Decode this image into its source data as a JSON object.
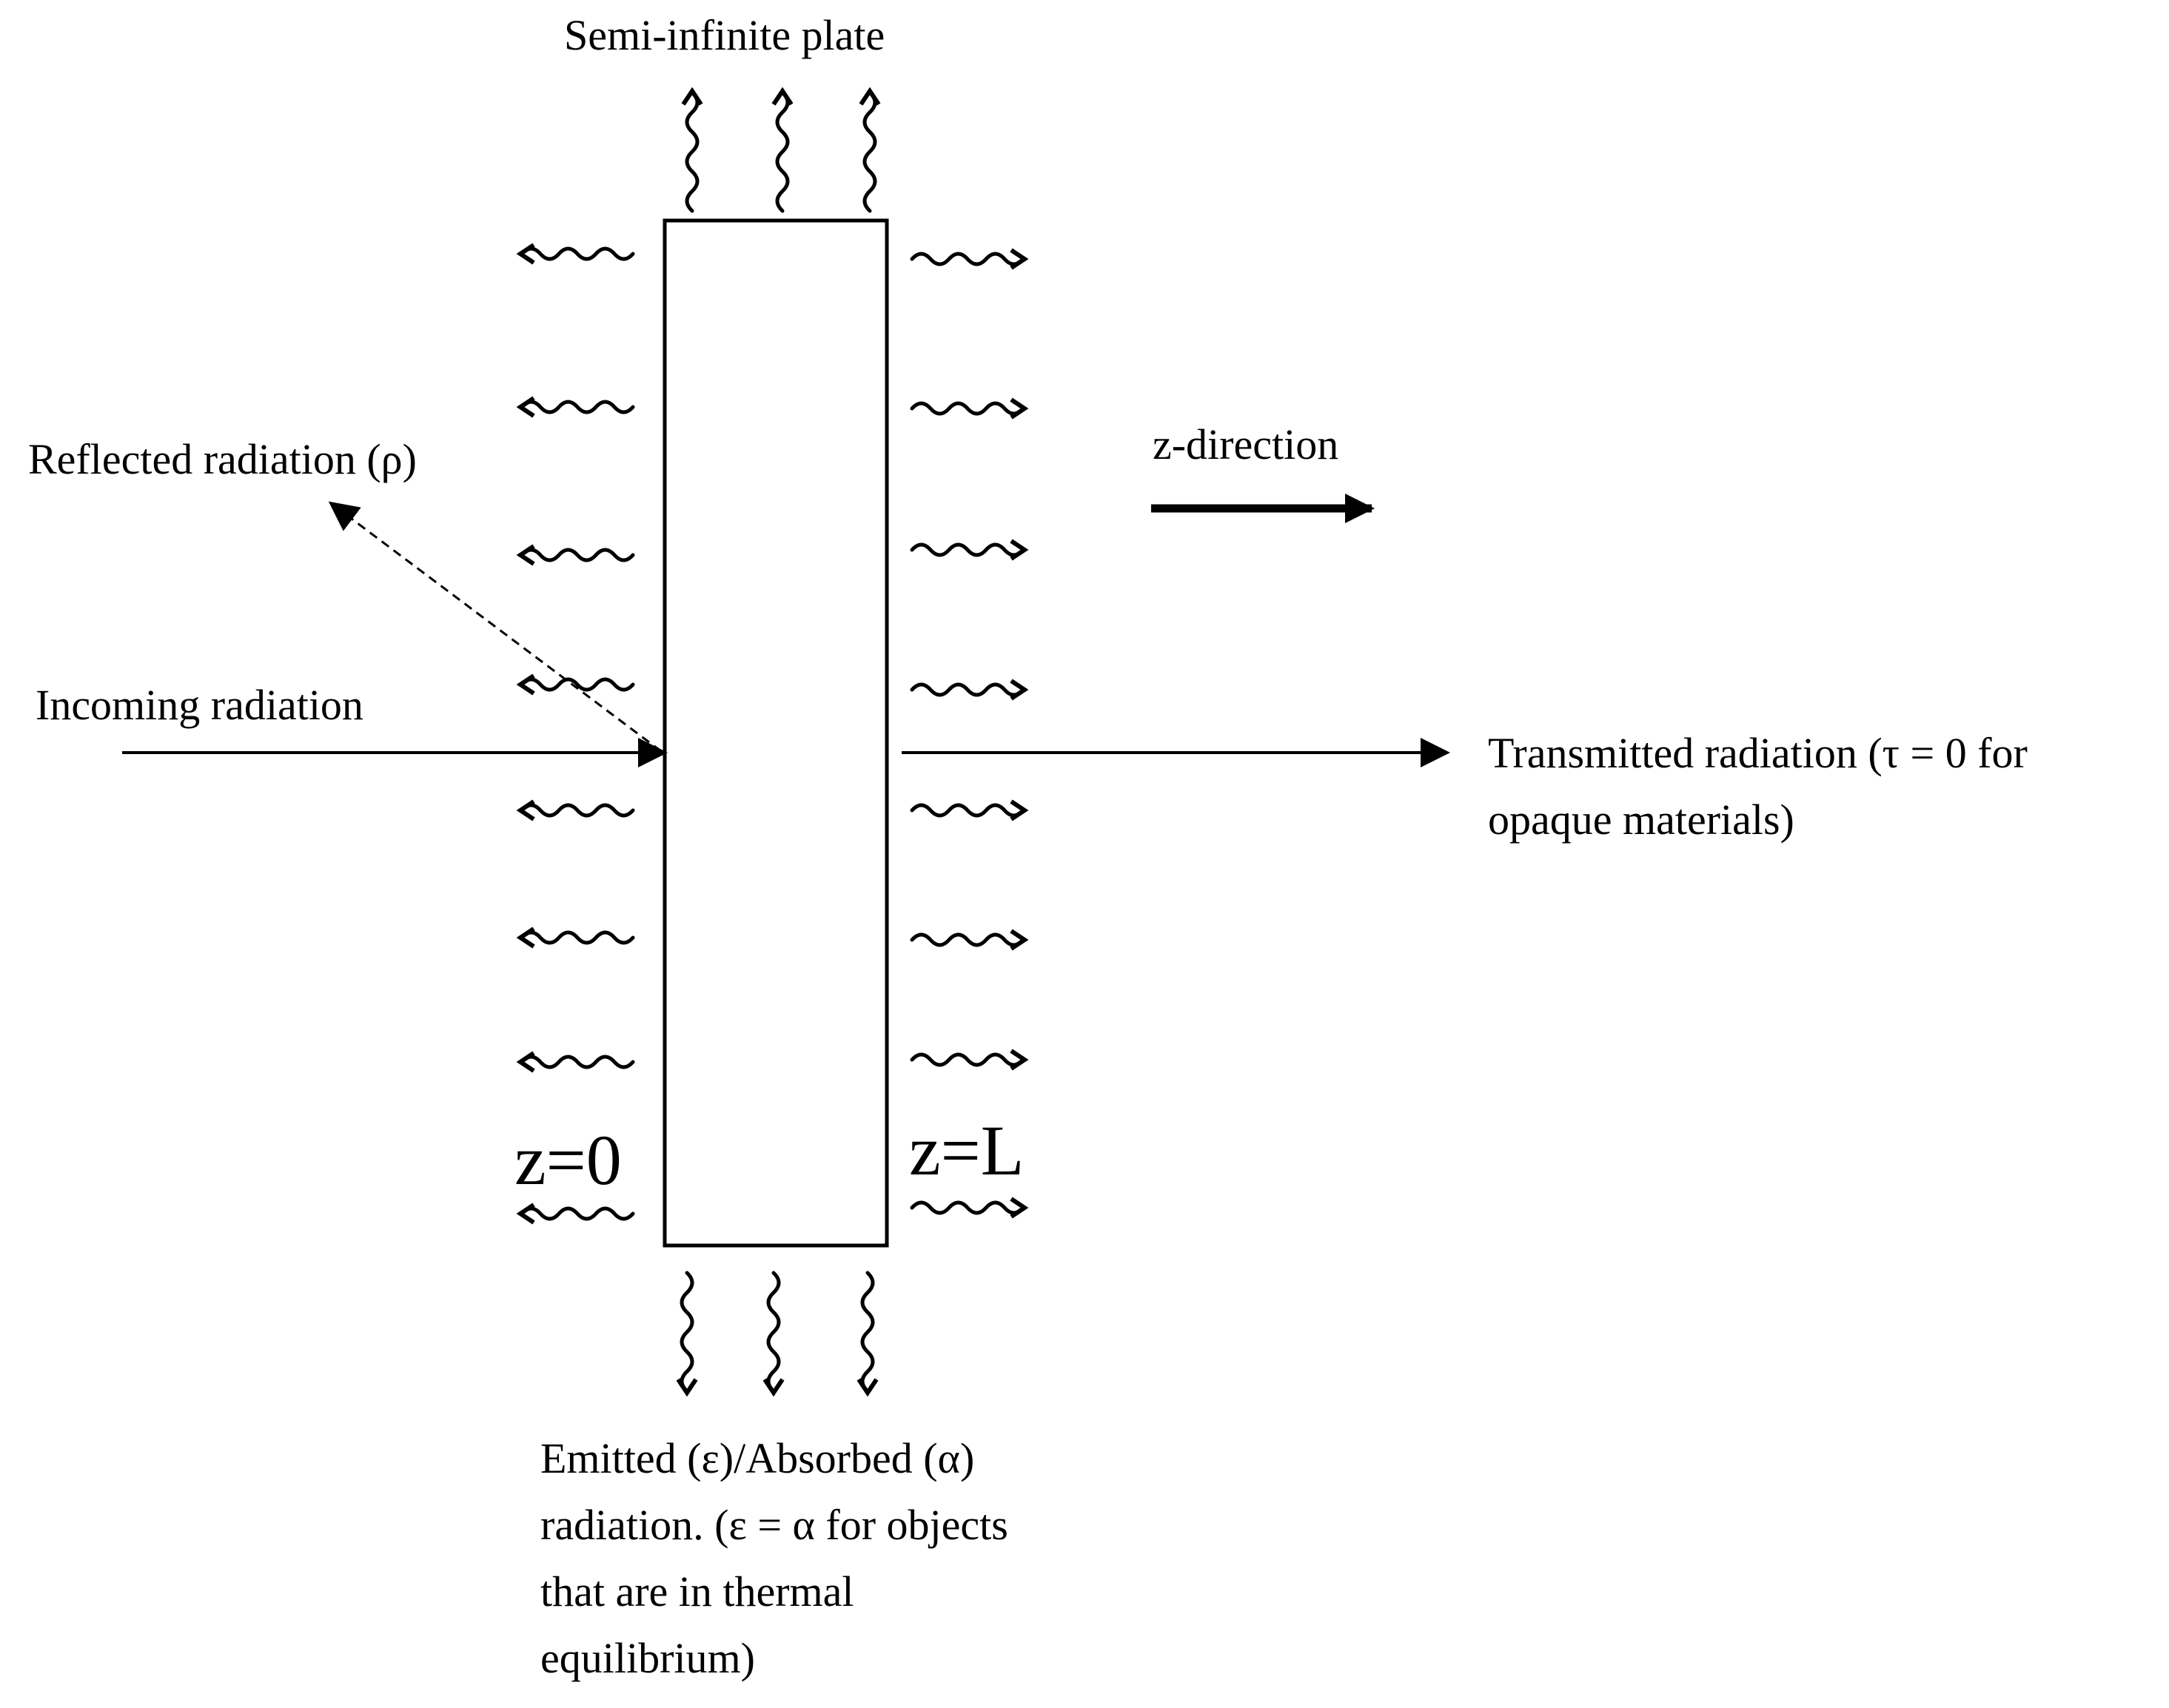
{
  "labels": {
    "plate": "Semi-infinite plate",
    "reflected": "Reflected radiation (ρ)",
    "incoming": "Incoming radiation",
    "z_direction": "z-direction",
    "transmitted_line1": "Transmitted radiation (τ = 0 for",
    "transmitted_line2": "opaque materials)",
    "z_left": "z=0",
    "z_right": "z=L",
    "emitted_line1": "Emitted (ε)/Absorbed (α)",
    "emitted_line2": "radiation. (ε = α for objects",
    "emitted_line3": "that are in thermal",
    "emitted_line4": "equilibrium)"
  },
  "colors": {
    "ink": "#000000",
    "background": "#ffffff"
  }
}
